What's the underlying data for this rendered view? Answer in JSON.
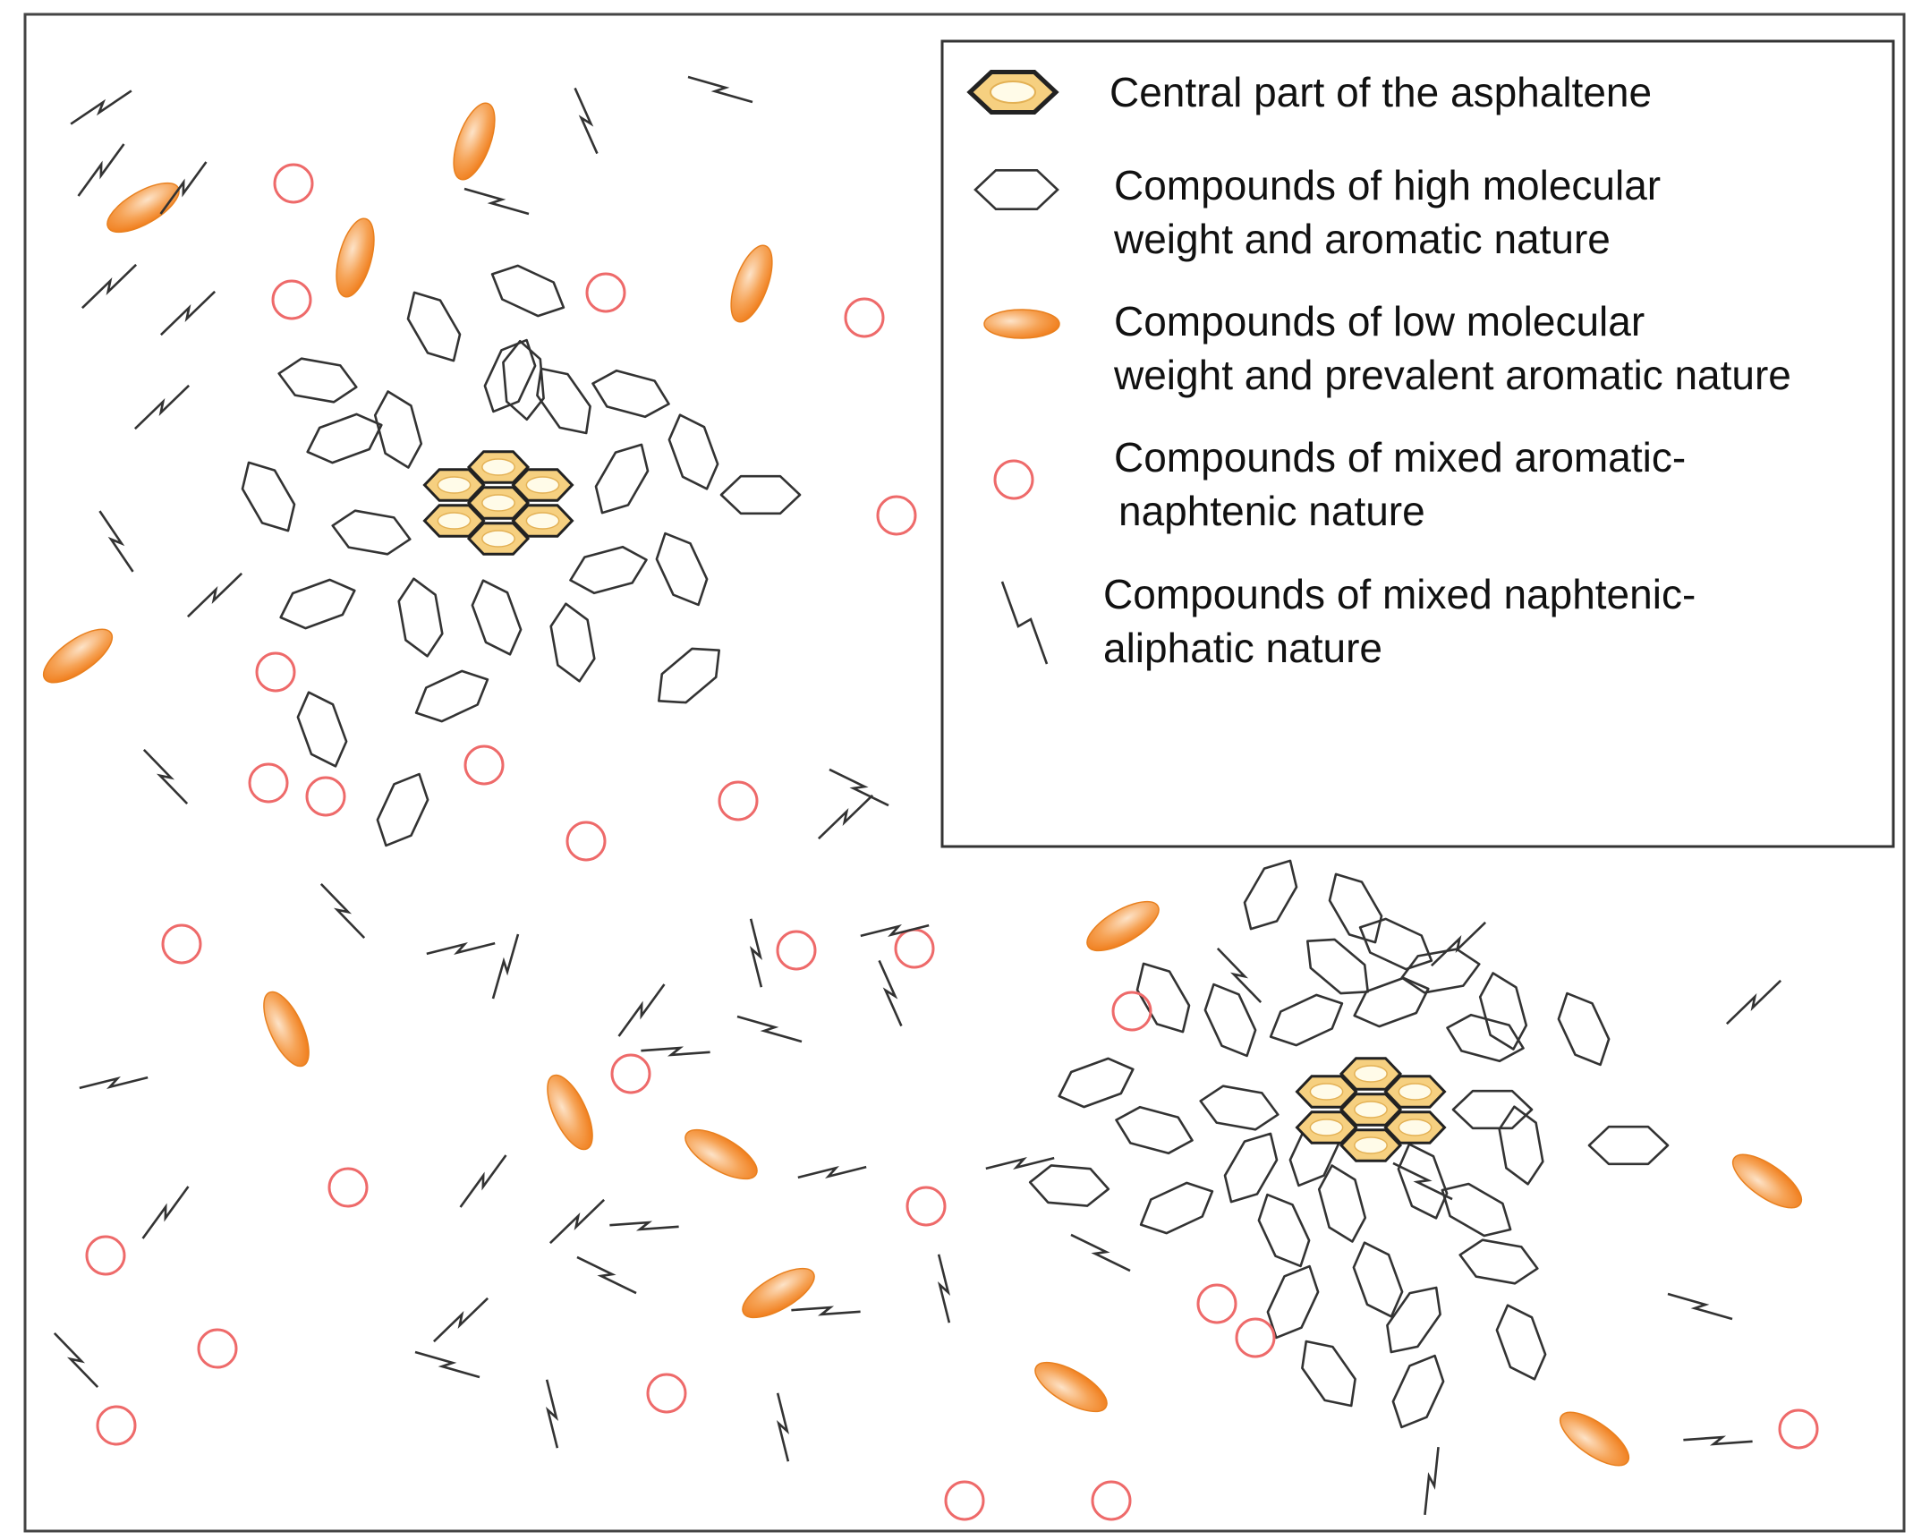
{
  "legend": {
    "items": [
      {
        "key": "core",
        "lines": [
          "Central part of the asphaltene"
        ]
      },
      {
        "key": "hexagon",
        "lines": [
          "Compounds of high molecular",
          "weight and aromatic nature"
        ]
      },
      {
        "key": "ellipse",
        "lines": [
          "Compounds of low molecular",
          "weight and prevalent aromatic nature"
        ]
      },
      {
        "key": "circle",
        "lines": [
          "Compounds of mixed aromatic-",
          "naphtenic nature"
        ]
      },
      {
        "key": "chain",
        "lines": [
          "Compounds of mixed naphtenic-",
          "aliphatic nature"
        ]
      }
    ]
  },
  "colors": {
    "frame": "#444444",
    "hexagon_stroke": "#333333",
    "ellipse_light": "#fde3c8",
    "ellipse_dark": "#f07b18",
    "circle_stroke": "#ee6a6a",
    "chain_stroke": "#333333",
    "core_fill": "#f6d080",
    "core_inner": "#fffbe8",
    "core_stroke": "#222222"
  }
}
